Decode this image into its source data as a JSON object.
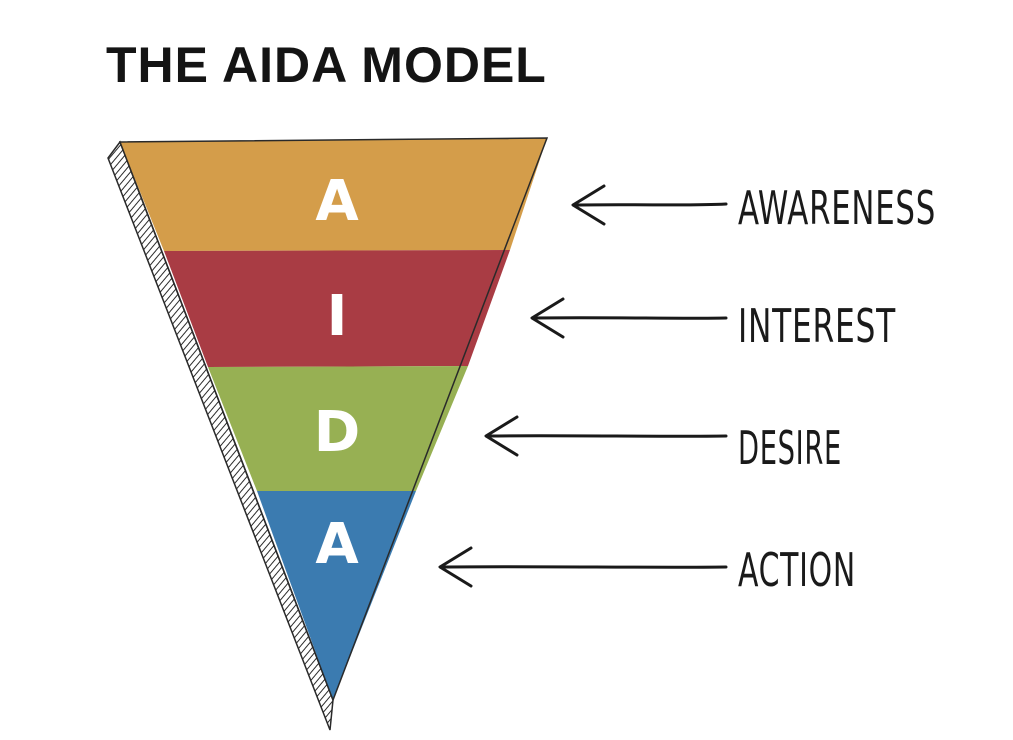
{
  "title": "THE AIDA MODEL",
  "stages": [
    {
      "letter": "A",
      "label": "AWARENESS",
      "color": "#d49d4a"
    },
    {
      "letter": "I",
      "label": "INTEREST",
      "color": "#a93c44"
    },
    {
      "letter": "D",
      "label": "DESIRE",
      "color": "#97b053"
    },
    {
      "letter": "A",
      "label": "ACTION",
      "color": "#3b7bb0"
    }
  ]
}
